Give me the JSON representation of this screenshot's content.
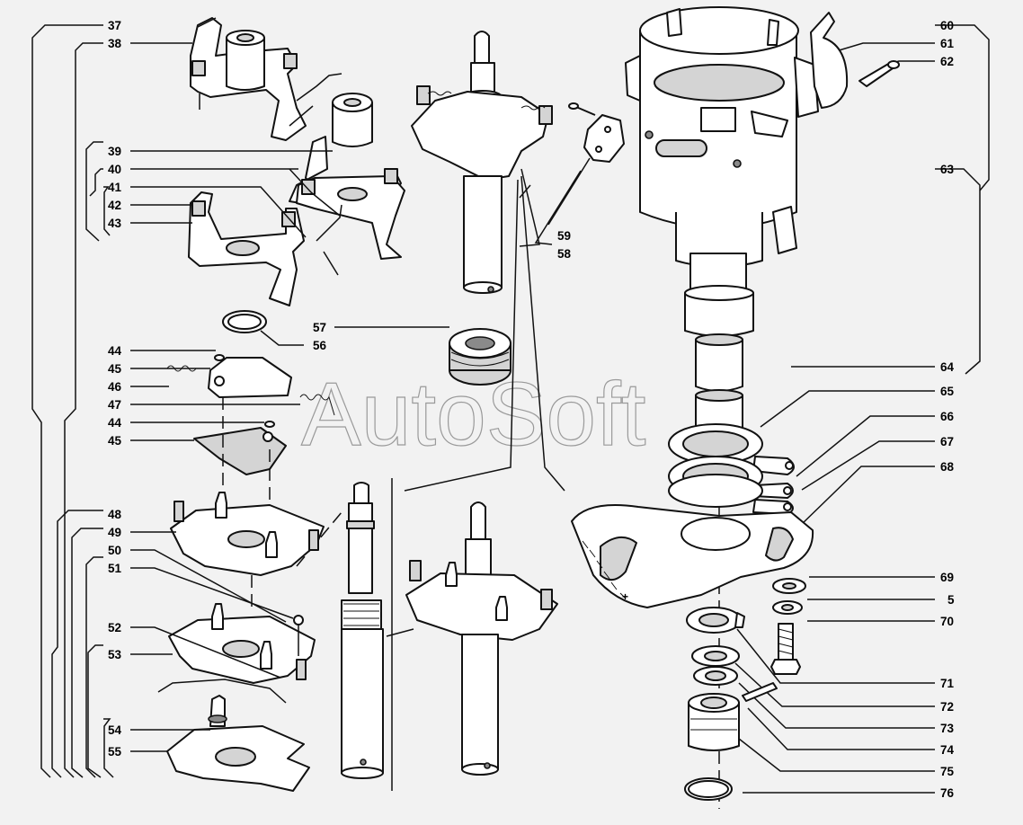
{
  "watermark": "AutoSoft",
  "labels": {
    "l37": "37",
    "l38": "38",
    "l39": "39",
    "l40": "40",
    "l41": "41",
    "l42": "42",
    "l43": "43",
    "l44a": "44",
    "l45a": "45",
    "l46": "46",
    "l47": "47",
    "l44b": "44",
    "l45b": "45",
    "l48": "48",
    "l49": "49",
    "l50": "50",
    "l51": "51",
    "l52": "52",
    "l53": "53",
    "l54": "54",
    "l55": "55",
    "l56": "56",
    "l57": "57",
    "l58": "58",
    "l59": "59",
    "l60": "60",
    "l61": "61",
    "l62": "62",
    "l63": "63",
    "l64": "64",
    "l65": "65",
    "l66": "66",
    "l67": "67",
    "l68": "68",
    "l69": "69",
    "l5": "5",
    "l70": "70",
    "l71": "71",
    "l72": "72",
    "l73": "73",
    "l74": "74",
    "l75": "75",
    "l76": "76"
  },
  "colors": {
    "background": "#f2f2f2",
    "line": "#111111",
    "watermark": "#9a9a9a"
  }
}
